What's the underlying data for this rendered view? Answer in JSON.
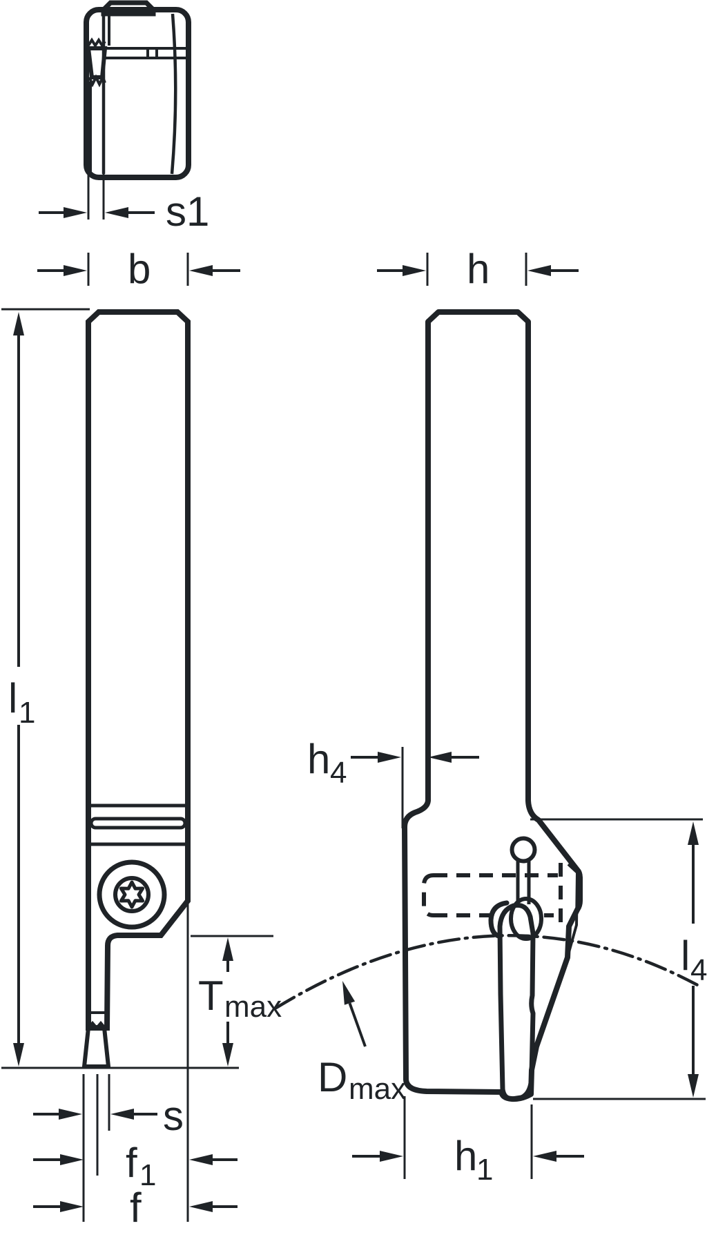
{
  "diagram": {
    "type": "technical-drawing-tool-holder",
    "colors": {
      "body_fill": "#d7dcde",
      "insert_fill": "#f6cc69",
      "line": "#1f2327",
      "background": "#ffffff"
    },
    "labels": {
      "s1": {
        "main": "s1",
        "sub": ""
      },
      "b": {
        "main": "b",
        "sub": ""
      },
      "h": {
        "main": "h",
        "sub": ""
      },
      "l1": {
        "main": "l",
        "sub": "1"
      },
      "tmax": {
        "main": "T",
        "sub": "max"
      },
      "s": {
        "main": "s",
        "sub": ""
      },
      "f1": {
        "main": "f",
        "sub": "1"
      },
      "f": {
        "main": "f",
        "sub": ""
      },
      "h4": {
        "main": "h",
        "sub": "4"
      },
      "dmax": {
        "main": "D",
        "sub": "max"
      },
      "h1": {
        "main": "h",
        "sub": "1"
      },
      "l4": {
        "main": "l",
        "sub": "4"
      }
    }
  }
}
